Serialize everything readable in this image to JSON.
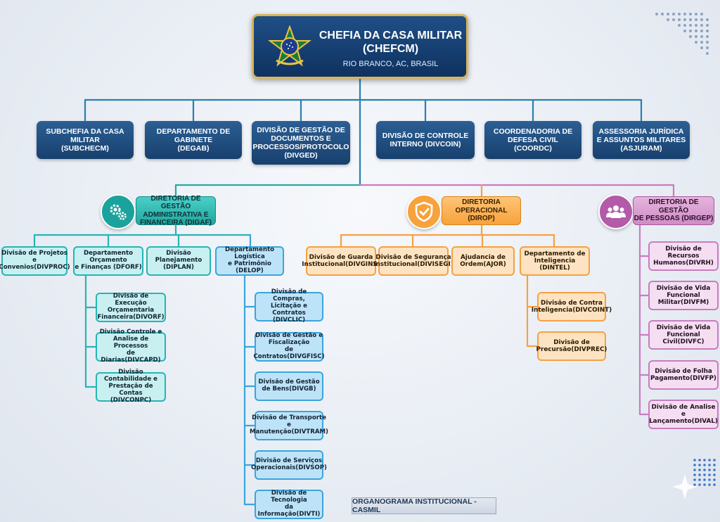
{
  "colors": {
    "navy": "#1a467a",
    "teal": "#28b4b4",
    "blue": "#3aa5dc",
    "orange": "#f5a142",
    "pink": "#c97cc0",
    "gold": "#d9b45a"
  },
  "top": {
    "title": "CHEFIA DA CASA MILITAR\n(CHEFCM)",
    "subtitle": "RIO BRANCO, AC, BRASIL",
    "emblem_icon": "brazil-coat-of-arms-icon"
  },
  "level1": [
    "SUBCHEFIA DA CASA\nMILITAR\n(SUBCHECM)",
    "DEPARTAMENTO DE\nGABINETE\n(DEGAB)",
    "DIVISÃO DE GESTÃO DE\nDOCUMENTOS E\nPROCESSOS/PROTOCOLO\n(DIVGED)",
    "DIVISÃO DE CONTROLE\nINTERNO (DIVCOIN)",
    "COORDENADORIA DE\nDEFESA CIVIL\n(COORDC)",
    "ASSESSORIA JURÍDICA\nE ASSUNTOS MILITARES\n(ASJURAM)"
  ],
  "digaf": {
    "title": "DIRETORIA DE GESTÃO\nADMINISTRATIVA E\nFINANCEIRA (DIGAF)",
    "icon": "gears-icon",
    "children": [
      "Divisão de Projetos e\nConvenios(DIVPROC)",
      "Departamento\nOrçamento\ne Finanças (DFORF)",
      "Divisão Planejamento\n(DIPLAN)",
      "Departamento Logística\ne Patrimônio (DELOP)"
    ],
    "dforf_children": [
      "Divisão de Execução\nOrçamentaria\nFinanceira(DIVORF)",
      "Divisão Controle e\nAnalise de Processos\nde Diarias(DIVCAPD)",
      "Divisão Contabilidade e\nPrestação de Contas\n(DIVCONPC)"
    ],
    "delop_children": [
      "Divisão de Compras,\nLicitação e Contratos\n(DIVCLIC)",
      "Divisão de Gestão e\nFiscalização\nde Contratos(DIVGFISC)",
      "Divisão de Gestão\nde Bens(DIVGB)",
      "Divisão de Transporte e\nManutenção(DIVTRAM)",
      "Divisão de  Serviços\nOperacionais(DIVSOP)",
      "Divisão de  Tecnologia\nda Informação(DIVTI)"
    ]
  },
  "dirop": {
    "title": "DIRETORIA\nOPERACIONAL (DIROP)",
    "icon": "shield-check-icon",
    "children": [
      "Divisão de Guarda\nInstitucional(DIVGINS)",
      "Divisão de Segurança\nInstitucional(DIVISEGI)",
      "Ajudancia de\nOrdem(AJOR)",
      "Departamento de\nInteligencia (DINTEL)"
    ],
    "dintel_children": [
      "Divisão de Contra\nInteligencia(DIVCOINT)",
      "Divisão de\nPrecursão(DIVPREC)"
    ]
  },
  "dirgep": {
    "title": "DIRETORIA DE GESTÃO\nDE PESSOAS (DIRGEP)",
    "icon": "people-group-icon",
    "children": [
      "Divisão de Recursos\nHumanos(DIVRH)",
      "Divisão de Vida\nFuncional Militar(DIVFM)",
      "Divisão de Vida\nFuncional Civil(DIVFC)",
      "Divisão de Folha\nPagamento(DIVFP)",
      "Divisão de Analise e\nLançamento(DIVAL)"
    ]
  },
  "footer": "ORGANOGRAMA INSTITUCIONAL - CASMIL"
}
